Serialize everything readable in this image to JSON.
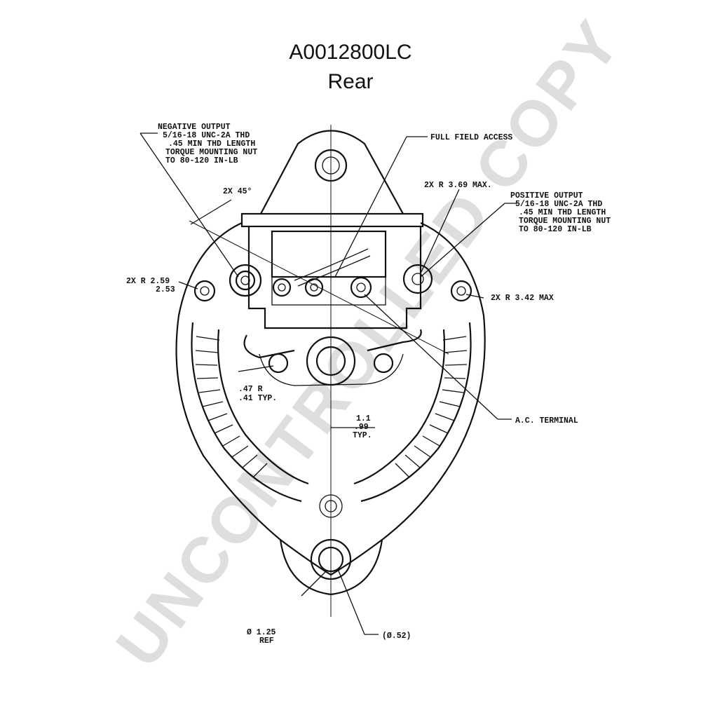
{
  "header": {
    "part_number": "A0012800LC",
    "view": "Rear"
  },
  "watermark": "UNCONTROLLED COPY",
  "callouts": {
    "negative_output": [
      "NEGATIVE OUTPUT",
      "5/16-18 UNC-2A THD",
      ".45 MIN THD LENGTH",
      "TORQUE MOUNTING NUT",
      "TO 80-120 IN-LB"
    ],
    "full_field_access": "FULL FIELD ACCESS",
    "angle": "2X 45°",
    "radius_369": "2X R 3.69 MAX.",
    "positive_output": [
      "POSITIVE OUTPUT",
      "5/16-18 UNC-2A THD",
      ".45 MIN THD LENGTH",
      "TORQUE MOUNTING NUT",
      "TO 80-120 IN-LB"
    ],
    "radius_259": [
      "2X R 2.59",
      "2.53"
    ],
    "radius_342": "2X R 3.42 MAX",
    "slot_radius": [
      ".47 R",
      ".41 TYP."
    ],
    "offset_dim": [
      "1.1",
      ".99",
      "TYP."
    ],
    "ac_terminal": "A.C. TERMINAL",
    "diameter_125": [
      "Ø 1.25",
      "REF"
    ],
    "diameter_52": "(Ø.52)"
  }
}
